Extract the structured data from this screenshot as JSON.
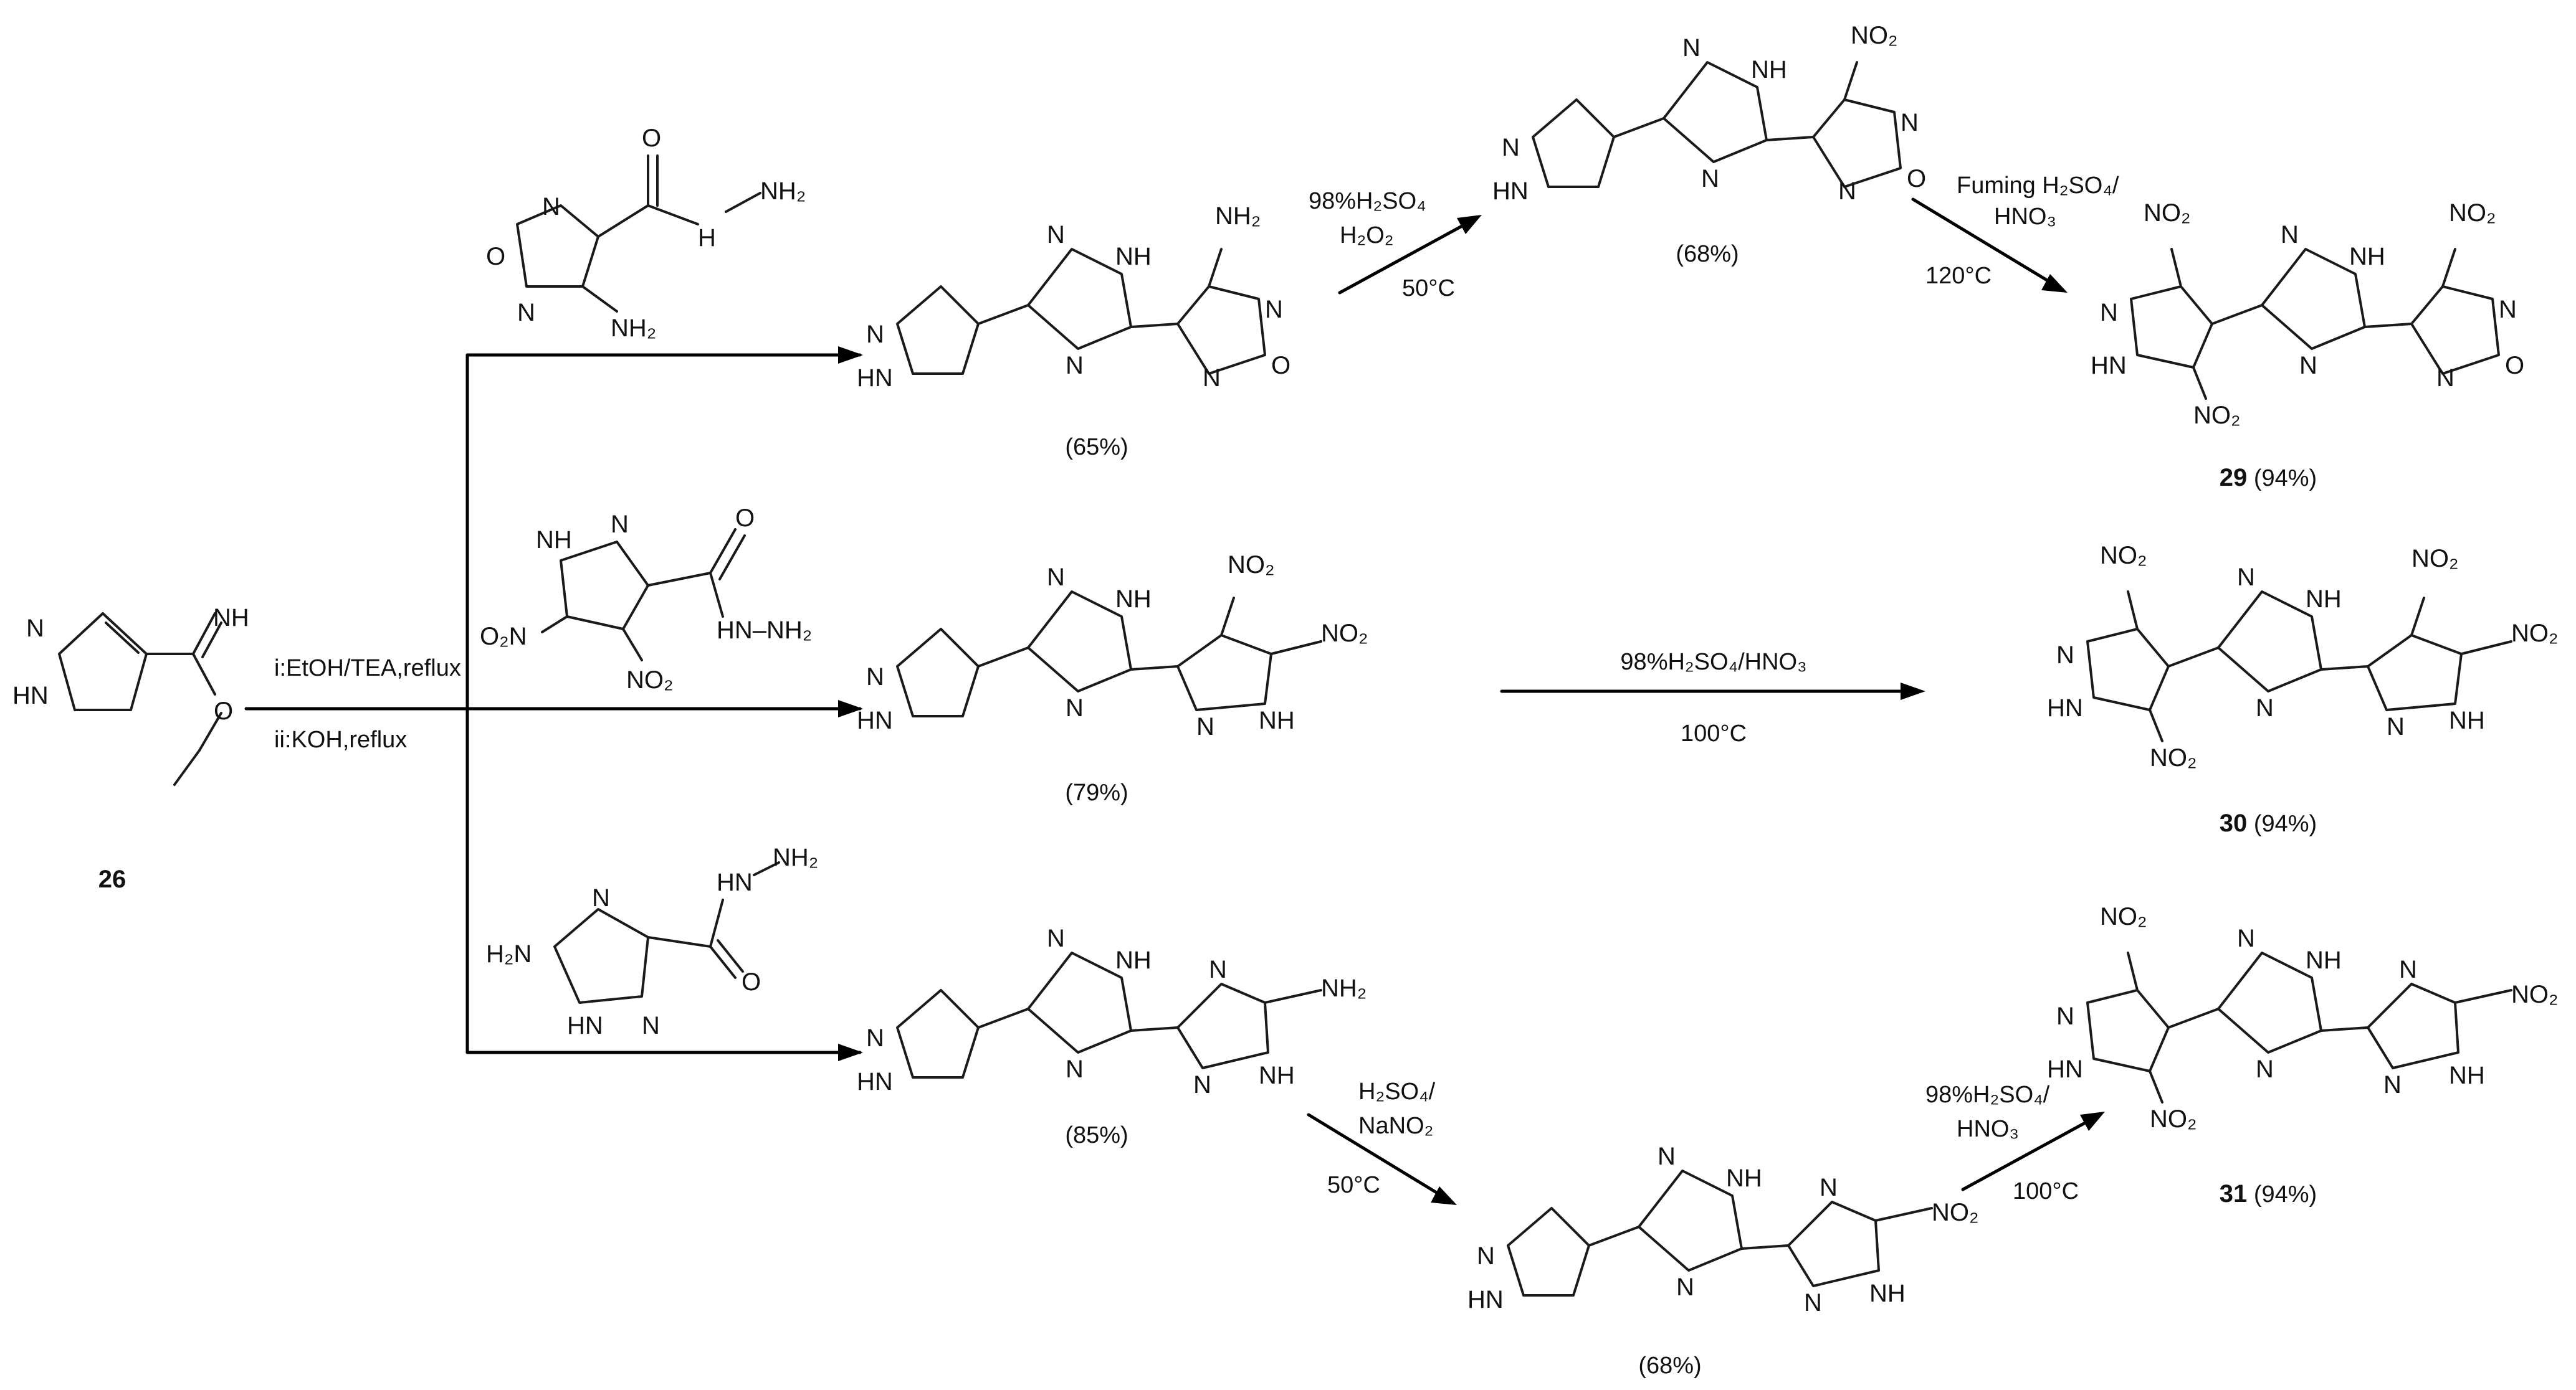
{
  "start": {
    "number": "26",
    "imine": "NH"
  },
  "step1": {
    "reagent_top": "i:EtOH/TEA,reflux",
    "reagent_bottom": "ii:KOH,reflux"
  },
  "intermediates": {
    "furazan": "(65%)",
    "pyrazole": "(79%)",
    "triazole": "(85%)",
    "nitro_furazan": "(68%)",
    "nitro_triazole": "(68%)"
  },
  "conditions": {
    "oxidation": {
      "line1": "98%H₂SO₄",
      "line2": "H₂O₂",
      "temp": "50°C"
    },
    "nitration_furazan": {
      "line1": "Fuming H₂SO₄/",
      "line2": "HNO₃",
      "temp": "120°C"
    },
    "nitration_pyrazole": {
      "line1": "98%H₂SO₄/HNO₃",
      "temp": "100°C"
    },
    "diazotization": {
      "line1": "H₂SO₄/",
      "line2": "NaNO₂",
      "temp": "50°C"
    },
    "nitration_triazole": {
      "line1": "98%H₂SO₄/",
      "line2": "HNO₃",
      "temp": "100°C"
    }
  },
  "products": {
    "p29": {
      "number": "29",
      "yield": " (94%)"
    },
    "p30": {
      "number": "30",
      "yield": " (94%)"
    },
    "p31": {
      "number": "31",
      "yield": " (94%)"
    }
  },
  "atoms": {
    "N": "N",
    "O": "O",
    "NH": "NH",
    "HN": "HN",
    "H": "H",
    "HNNH2": "HN–NH₂",
    "NH2": "NH₂",
    "H2N": "H₂N",
    "NO2": "NO₂",
    "O2N": "O₂N"
  }
}
